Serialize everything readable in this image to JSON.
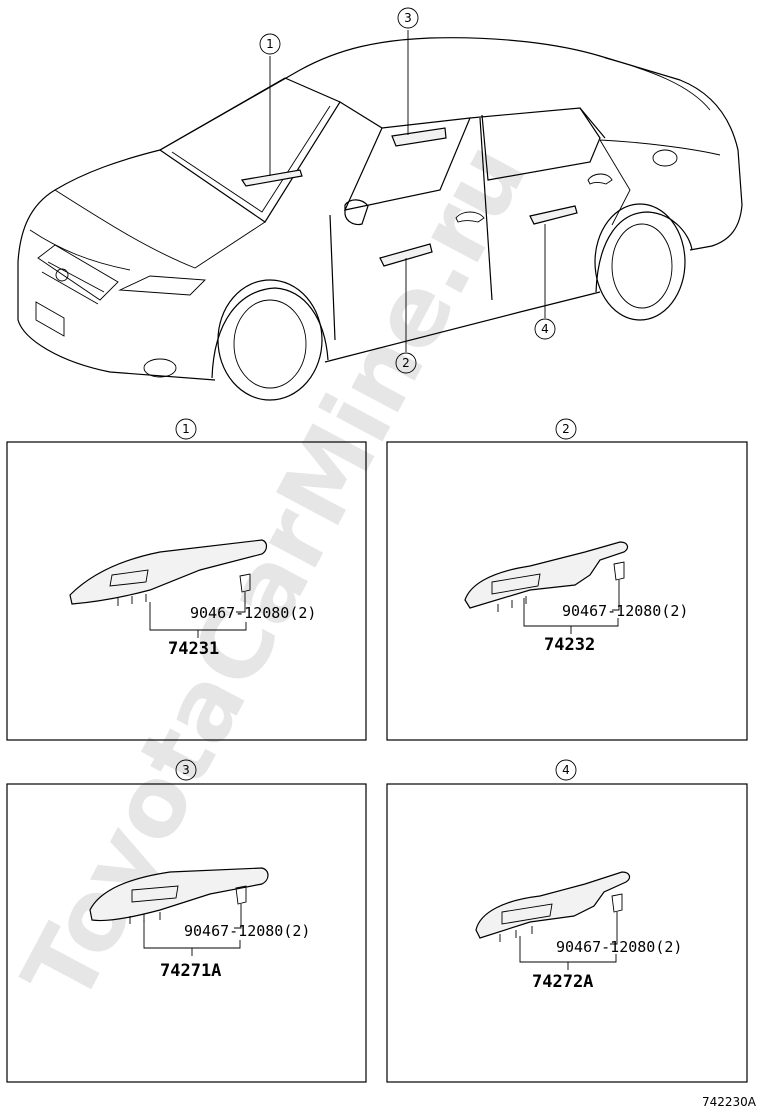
{
  "watermark": "ToyotaCarMine.ru",
  "reference_code": "742230A",
  "callouts": [
    "1",
    "2",
    "3",
    "4"
  ],
  "panels": [
    {
      "callout": "1",
      "fastener_label": "90467-12080(2)",
      "part_number": "74231"
    },
    {
      "callout": "2",
      "fastener_label": "90467-12080(2)",
      "part_number": "74232"
    },
    {
      "callout": "3",
      "fastener_label": "90467-12080(2)",
      "part_number": "74271A"
    },
    {
      "callout": "4",
      "fastener_label": "90467-12080(2)",
      "part_number": "74272A"
    }
  ]
}
